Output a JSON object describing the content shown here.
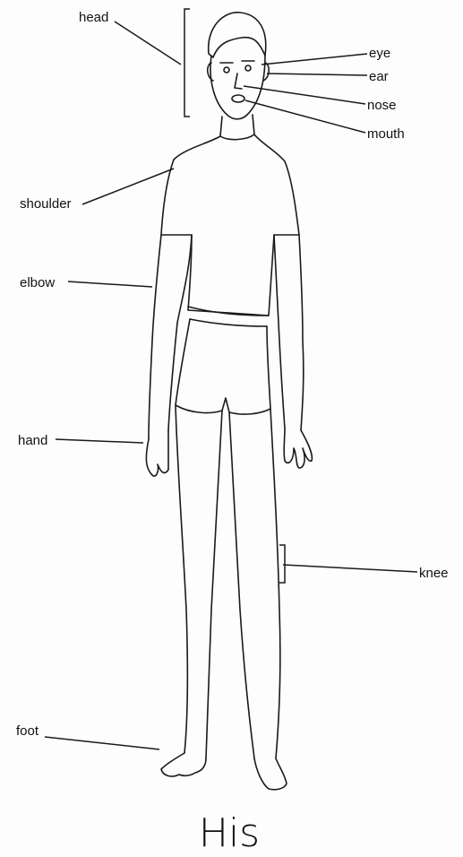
{
  "labels": {
    "head": "head",
    "eye": "eye",
    "ear": "ear",
    "nose": "nose",
    "mouth": "mouth",
    "shoulder": "shoulder",
    "elbow": "elbow",
    "hand": "hand",
    "knee": "knee",
    "foot": "foot"
  },
  "caption": "His"
}
